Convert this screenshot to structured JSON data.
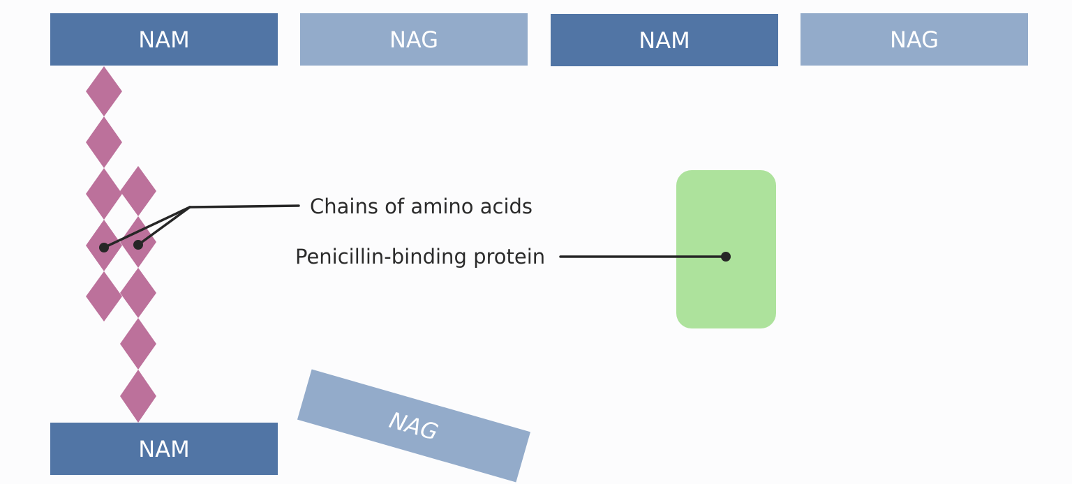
{
  "blocks": {
    "top_1": "NAM",
    "top_2": "NAG",
    "top_3": "NAM",
    "top_4": "NAG",
    "bottom_nam": "NAM",
    "bottom_nag": "NAG"
  },
  "labels": {
    "amino_chains": "Chains of amino acids",
    "pbp": "Penicillin-binding protein"
  },
  "colors": {
    "nam": "#5175a5",
    "nag": "#93abca",
    "amino_acid": "#bc719b",
    "pbp": "#ade29c",
    "leader": "#262626"
  }
}
